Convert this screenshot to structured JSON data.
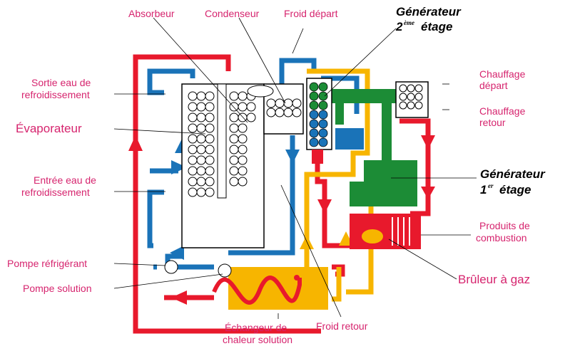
{
  "labels": {
    "absorbeur": "Absorbeur",
    "condenseur": "Condenseur",
    "froid_depart": "Froid départ",
    "generateur2_line1": "Générateur",
    "generateur2_num": "2",
    "generateur2_sup": "ème",
    "generateur2_word": "étage",
    "sortie_eau_1": "Sortie eau de",
    "sortie_eau_2": "refroidissement",
    "evaporateur": "Évaporateur",
    "entree_eau_1": "Entrée eau de",
    "entree_eau_2": "refroidissement",
    "pompe_refrigerant": "Pompe réfrigérant",
    "pompe_solution": "Pompe solution",
    "echangeur_1": "Échangeur de",
    "echangeur_2": "chaleur solution",
    "froid_retour": "Froid retour",
    "chauffage_depart_1": "Chauffage",
    "chauffage_depart_2": "départ",
    "chauffage_retour_1": "Chauffage",
    "chauffage_retour_2": "retour",
    "generateur1_line1": "Générateur",
    "generateur1_num": "1",
    "generateur1_sup": "er",
    "generateur1_word": "étage",
    "produits_1": "Produits de",
    "produits_2": "combustion",
    "bruleur": "Brûleur à gaz"
  },
  "colors": {
    "red": "#e8192c",
    "blue": "#1a73b8",
    "yellow": "#f7b500",
    "green": "#1c8c36",
    "label_pink": "#d6246e"
  }
}
